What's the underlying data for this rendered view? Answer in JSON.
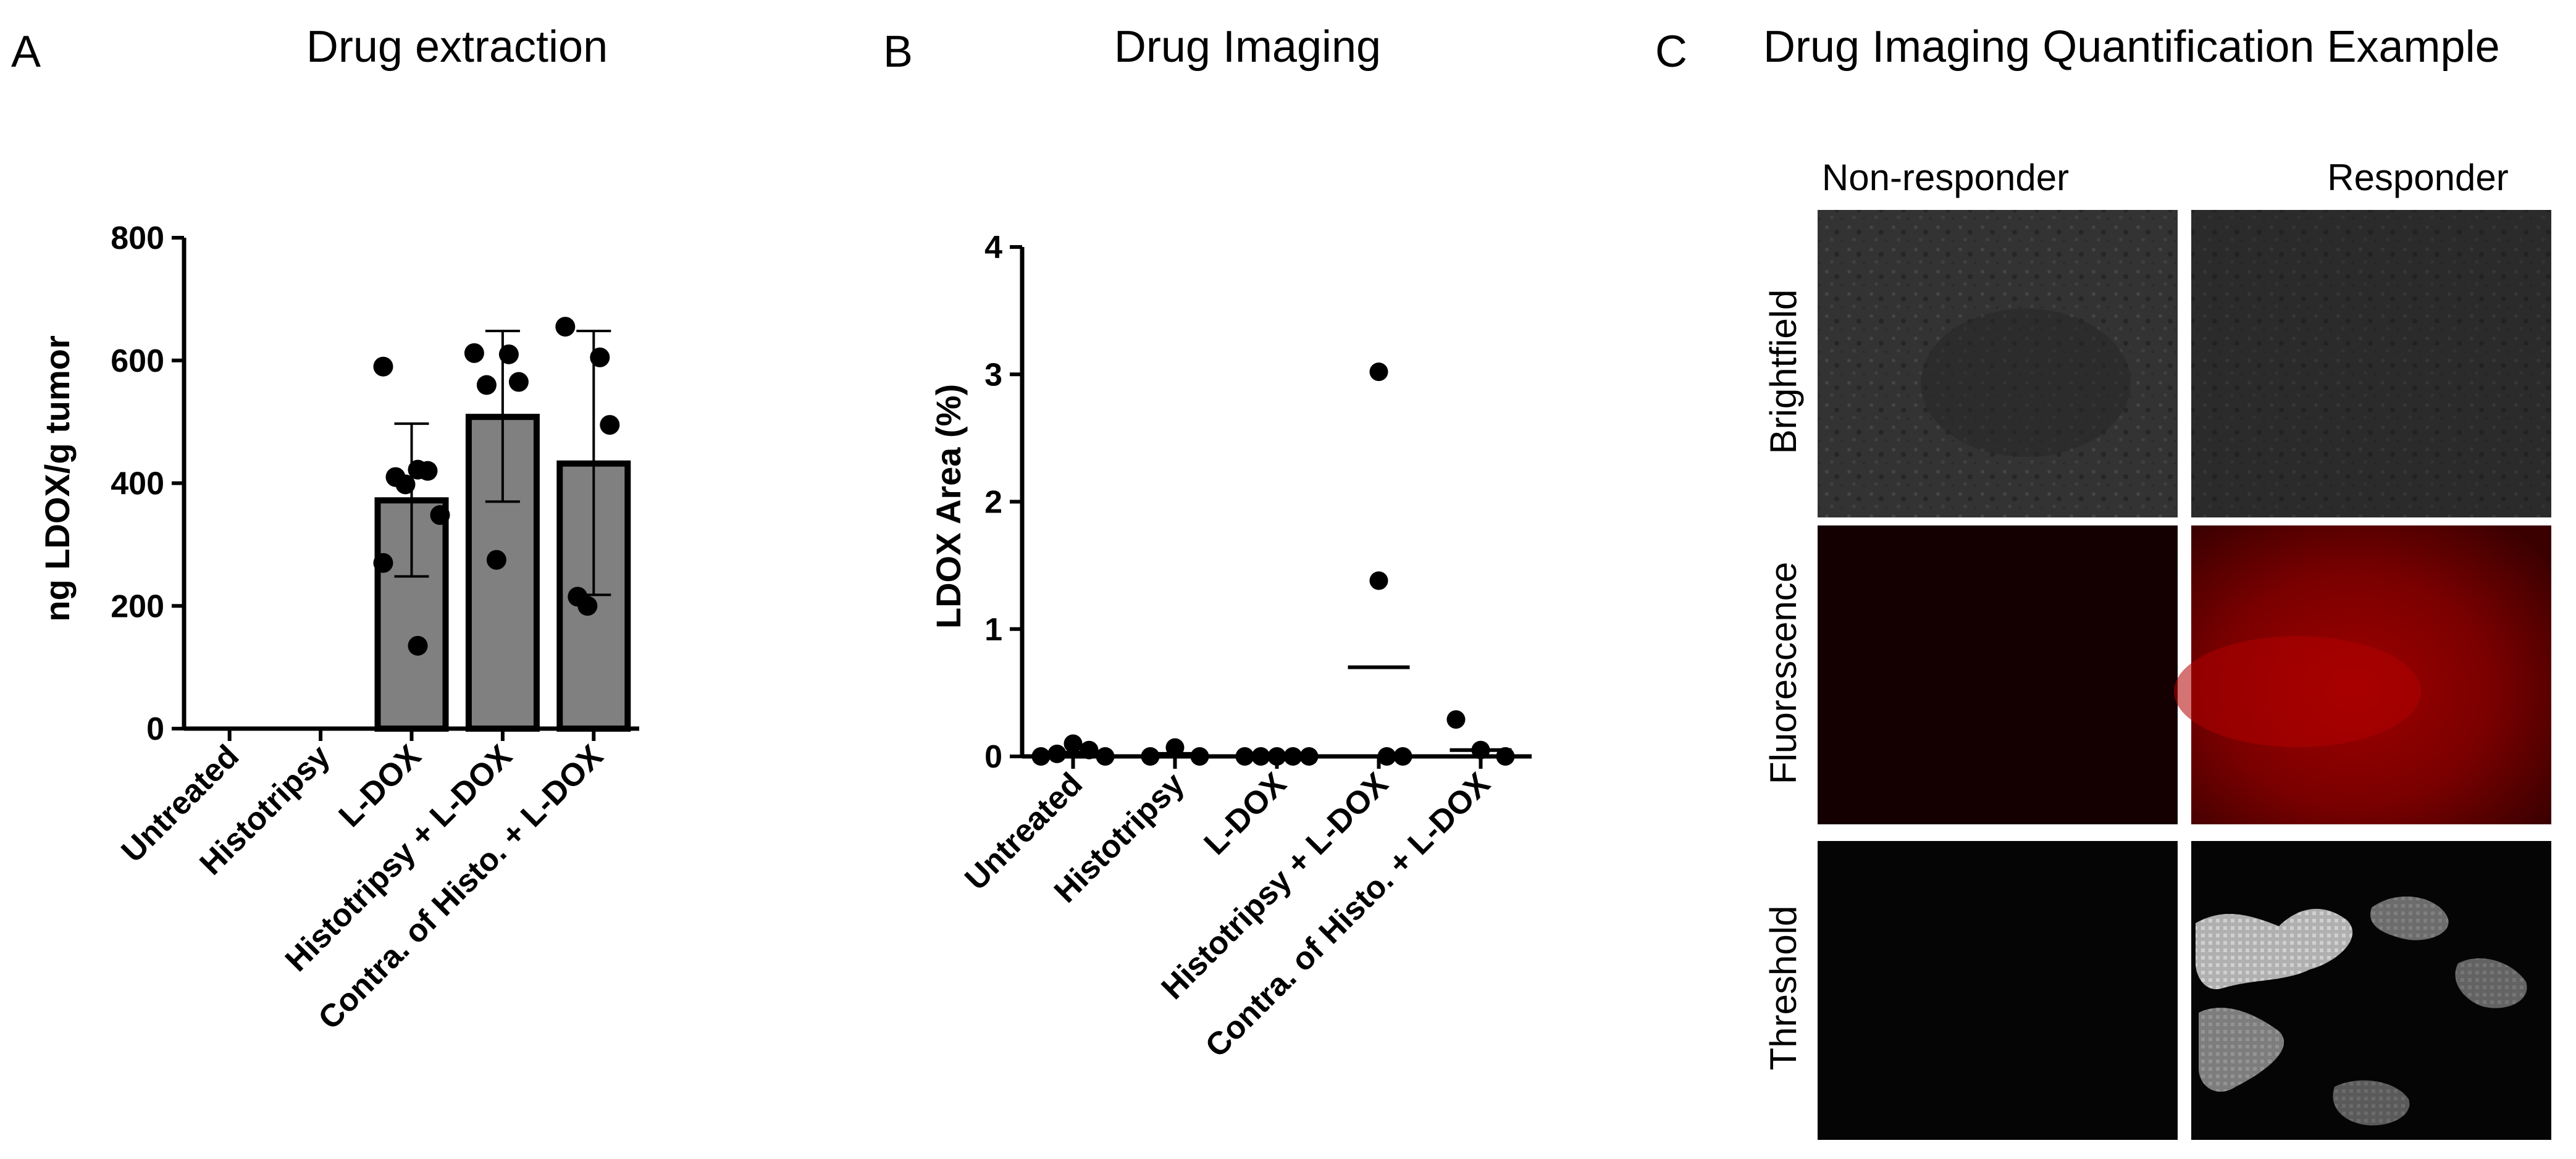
{
  "panel_letters": [
    "A",
    "B",
    "C"
  ],
  "chart_data": [
    {
      "type": "bar",
      "title": "Drug extraction",
      "ylabel": "ng LDOX/g tumor",
      "xlabel": "",
      "ylim": [
        0,
        800
      ],
      "yticks": [
        "0",
        "200",
        "400",
        "600",
        "800"
      ],
      "categories": [
        "Untreated",
        "Histotripsy",
        "L-DOX",
        "Histotripsy + L-DOX",
        "Contra. of Histo. + L-DOX"
      ],
      "values": [
        0,
        0,
        372,
        508,
        432
      ],
      "error_low": [
        null,
        null,
        248,
        370,
        218
      ],
      "error_high": [
        null,
        null,
        497,
        648,
        648
      ],
      "points": [
        [],
        [],
        [
          590,
          422,
          420,
          410,
          398,
          348,
          270,
          135
        ],
        [
          612,
          610,
          565,
          560,
          275
        ],
        [
          655,
          605,
          495,
          215,
          200
        ]
      ],
      "colors": {
        "bar": "#808080",
        "point": "#000000"
      }
    },
    {
      "type": "scatter",
      "title": "Drug Imaging",
      "ylabel": "LDOX Area (%)",
      "xlabel": "",
      "ylim": [
        0,
        4
      ],
      "yticks": [
        "0",
        "1",
        "2",
        "3",
        "4"
      ],
      "categories": [
        "Untreated",
        "Histotripsy",
        "L-DOX",
        "Histotripsy + L-DOX",
        "Contra. of Histo. + L-DOX"
      ],
      "means": [
        0.03,
        0.02,
        0.0,
        0.7,
        0.05
      ],
      "points": [
        [
          0.0,
          0.02,
          0.1,
          0.05,
          0.0
        ],
        [
          0.0,
          0.07,
          0.0
        ],
        [
          0.0,
          0.0,
          0.0,
          0.0,
          0.0
        ],
        [
          3.02,
          1.38,
          0.0,
          0.0
        ],
        [
          0.29,
          0.05,
          0.0
        ]
      ],
      "colors": {
        "point": "#000000"
      }
    }
  ],
  "panel_c": {
    "title": "Drug Imaging Quantification Example",
    "columns": [
      "Non-responder",
      "Responder"
    ],
    "rows": [
      "Brightfield",
      "Fluorescence",
      "Threshold"
    ],
    "colors": {
      "brightfield": "#2f2f2f",
      "fluorescence_low": "#120000",
      "fluorescence_high": "#8a0000",
      "threshold_bg": "#050505",
      "threshold_mask": "#b8b8b8"
    }
  }
}
